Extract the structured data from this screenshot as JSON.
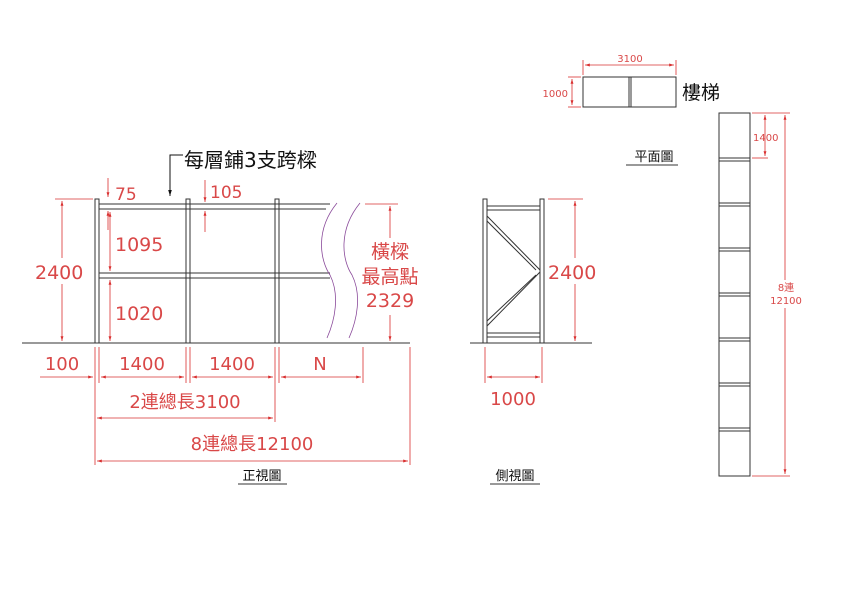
{
  "front_view": {
    "title": "正視圖",
    "note": "每層鋪3支跨樑",
    "dims": {
      "height": "2400",
      "top_gap": "75",
      "upper_level": "1095",
      "lower_level": "1020",
      "beam_gap": "105",
      "beam_max_line1": "橫樑",
      "beam_max_line2": "最高點",
      "beam_max_value": "2329",
      "left_offset": "100",
      "span1": "1400",
      "span2": "1400",
      "span_n": "N",
      "two_bay_total": "2連總長3100",
      "eight_bay_total": "8連總長12100"
    }
  },
  "side_view": {
    "title": "側視圖",
    "height": "2400",
    "depth": "1000"
  },
  "plan_view": {
    "title": "平面圖",
    "stair_label": "樓梯",
    "stair_width": "3100",
    "stair_depth": "1000",
    "bay": "1400",
    "total_line1": "8連",
    "total_line2": "12100"
  }
}
